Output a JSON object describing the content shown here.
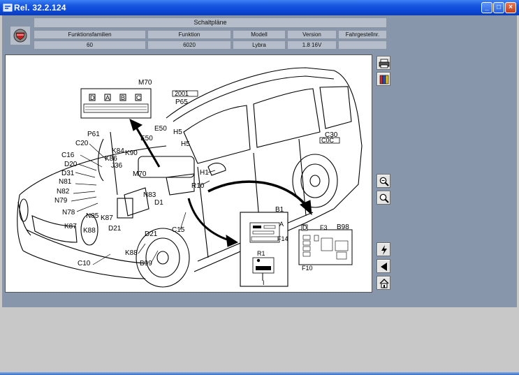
{
  "window": {
    "title": "Rel. 32.2.124",
    "minimize_glyph": "_",
    "maximize_glyph": "□",
    "close_glyph": "×"
  },
  "header": {
    "section_title": "Schaltpläne",
    "columns": [
      {
        "label": "Funktionsfamilien",
        "value": "60"
      },
      {
        "label": "Funktion",
        "value": "6020"
      },
      {
        "label": "Modell",
        "value": "Lybra"
      },
      {
        "label": "Version",
        "value": "1.8 16V"
      },
      {
        "label": "Fahrgestellnr.",
        "value": ""
      }
    ]
  },
  "diagram": {
    "labels": {
      "m70_top": "M70",
      "p65": "P65",
      "p65_tag": "2001",
      "p61": "P61",
      "c20": "C20",
      "e50": "E50",
      "e50b": "E50",
      "h5a": "H5",
      "h5b": "H5",
      "k84": "K84",
      "k86": "K86",
      "j36": "J36",
      "k90": "K90",
      "c16": "C16",
      "d20": "D20",
      "d31": "D31",
      "n81": "N81",
      "n82": "N82",
      "n79": "N79",
      "n78": "N78",
      "n85": "N85",
      "k87a": "K87",
      "k88a": "K88",
      "k87b": "K87",
      "d21a": "D21",
      "m70": "M70",
      "n83": "N83",
      "d1": "D1",
      "r10": "R10",
      "h1": "H1",
      "c30": "C30",
      "c30_tag": "C0C",
      "b1": "B1",
      "b98": "B98",
      "d21b": "D21",
      "c15": "C15",
      "k88b": "K88",
      "b99": "B99",
      "c10": "C10",
      "b1_a": "A",
      "b1_f14": "F14",
      "b1_r1": "R1",
      "b1_i": "I",
      "b98_d": "D",
      "b98_f3": "F3",
      "b98_f10": "F10",
      "m70_cells": [
        "D",
        "A",
        "B",
        "C"
      ]
    }
  },
  "sidebar": {
    "buttons": [
      {
        "name": "print-button",
        "icon": "printer-icon"
      },
      {
        "name": "legend-button",
        "icon": "book-icon"
      },
      {
        "name": "zoom-in-button",
        "icon": "magnifier-plus-icon"
      },
      {
        "name": "zoom-out-button",
        "icon": "magnifier-icon"
      },
      {
        "name": "electric-button",
        "icon": "lightning-icon"
      },
      {
        "name": "back-button",
        "icon": "back-arrow-icon"
      },
      {
        "name": "home-button",
        "icon": "home-icon"
      }
    ]
  }
}
